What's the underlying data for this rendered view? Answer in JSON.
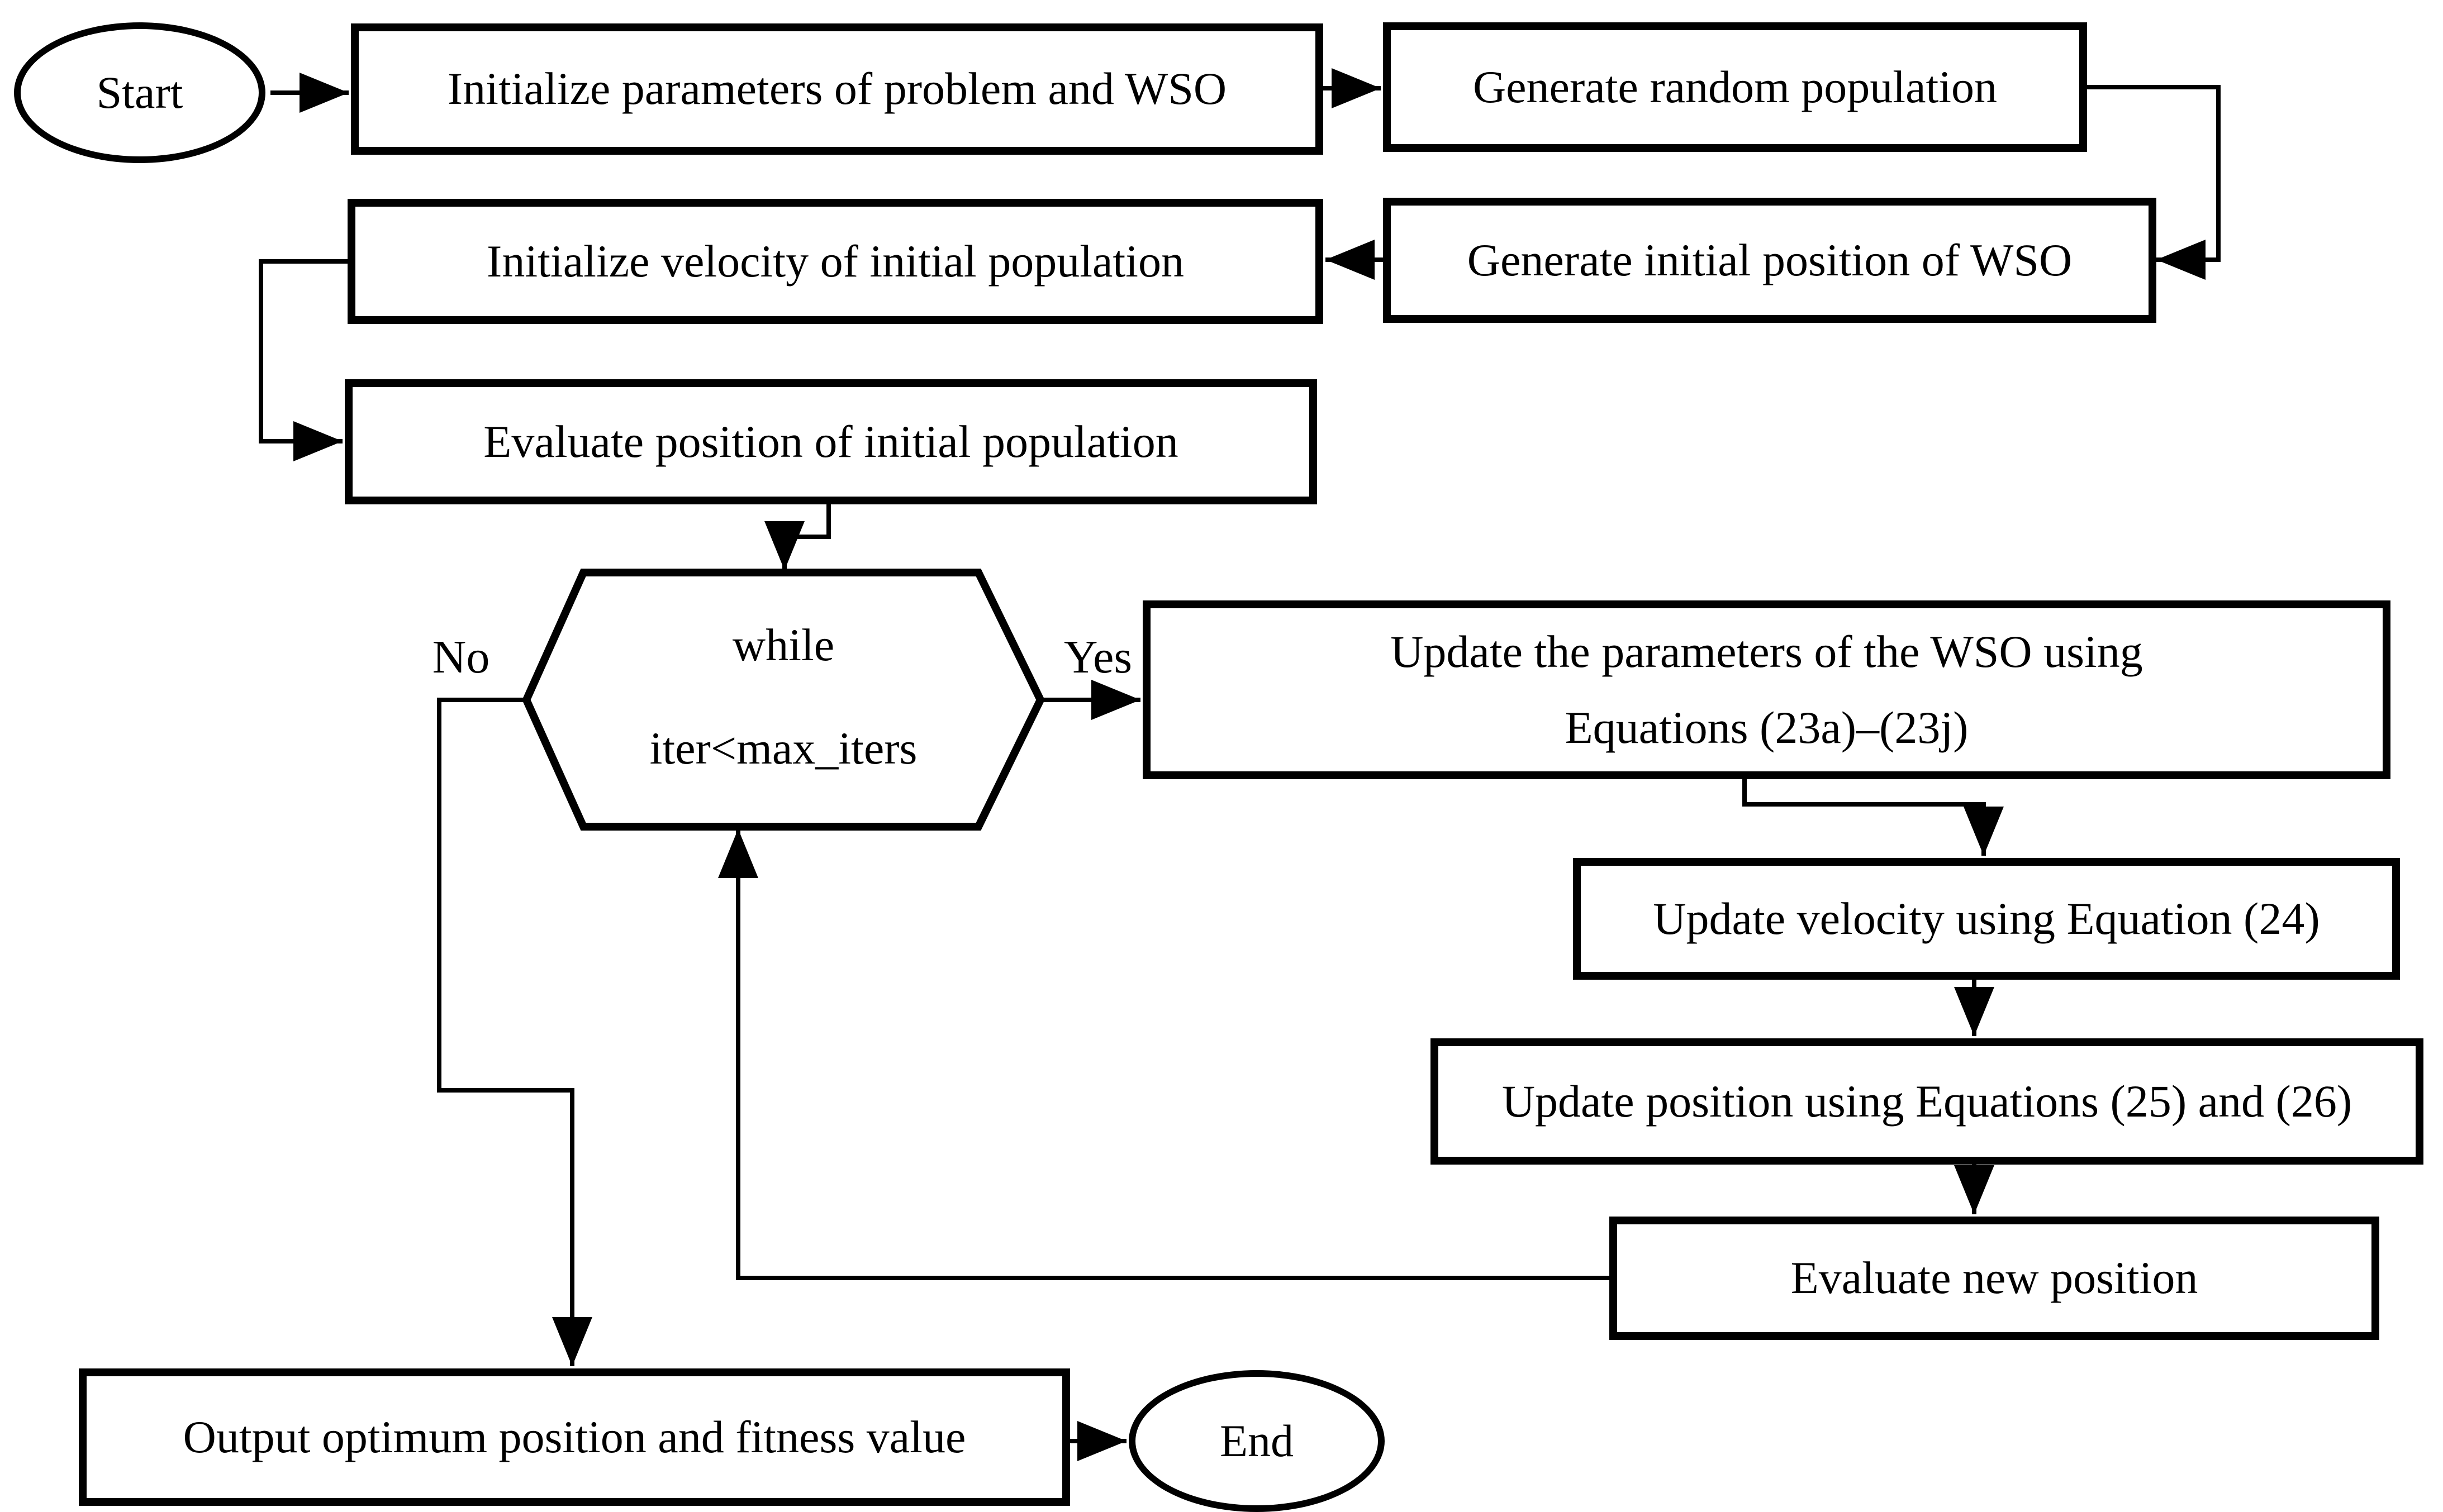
{
  "diagram": {
    "type": "flowchart",
    "colors": {
      "stroke": "#000000",
      "fill": "#ffffff",
      "text": "#000000"
    },
    "nodes": {
      "start": {
        "label": "Start",
        "shape": "ellipse"
      },
      "init_params": {
        "label": "Initialize parameters of problem and WSO",
        "shape": "rect"
      },
      "gen_population": {
        "label": "Generate random population",
        "shape": "rect"
      },
      "gen_initial_position": {
        "label": "Generate initial position of WSO",
        "shape": "rect"
      },
      "init_velocity": {
        "label": "Initialize velocity of initial population",
        "shape": "rect"
      },
      "eval_initial_position": {
        "label": "Evaluate position of initial population",
        "shape": "rect"
      },
      "loop_condition": {
        "line1": "while",
        "line2": "iter<max_iters",
        "shape": "hexagon"
      },
      "update_params": {
        "line1": "Update the parameters of the WSO using",
        "line2": "Equations (23a)–(23j)",
        "shape": "rect"
      },
      "update_velocity": {
        "label": "Update velocity using Equation (24)",
        "shape": "rect"
      },
      "update_position": {
        "label": "Update position using Equations (25) and (26)",
        "shape": "rect"
      },
      "eval_new_position": {
        "label": "Evaluate new position",
        "shape": "rect"
      },
      "output": {
        "label": "Output optimum position and fitness value",
        "shape": "rect"
      },
      "end": {
        "label": "End",
        "shape": "ellipse"
      }
    },
    "edge_labels": {
      "no": "No",
      "yes": "Yes"
    },
    "edges": [
      "start -> init_params",
      "init_params -> gen_population",
      "gen_population -> gen_initial_position",
      "gen_initial_position -> init_velocity",
      "init_velocity -> eval_initial_position",
      "eval_initial_position -> loop_condition",
      "loop_condition -Yes-> update_params",
      "update_params -> update_velocity",
      "update_velocity -> update_position",
      "update_position -> eval_new_position",
      "eval_new_position -> loop_condition",
      "loop_condition -No-> output",
      "output -> end"
    ]
  }
}
